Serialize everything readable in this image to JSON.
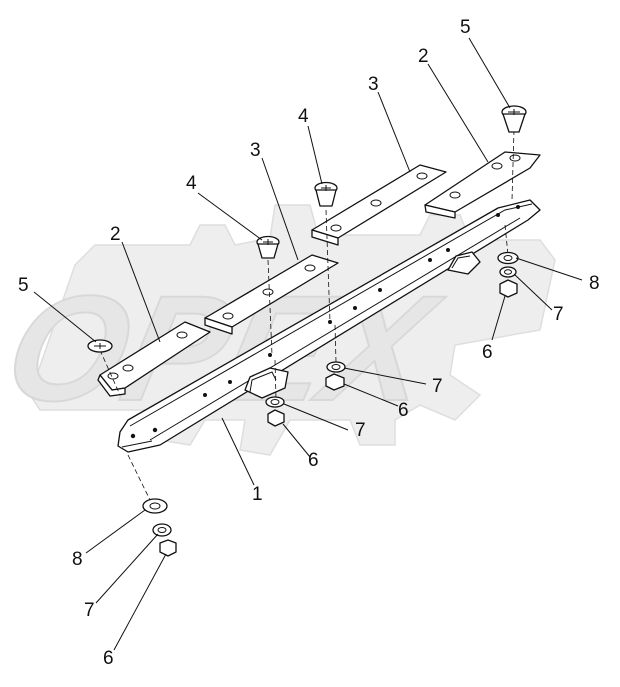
{
  "diagram": {
    "callouts": {
      "c1": "1",
      "c2_left": "2",
      "c2_right": "2",
      "c3_left": "3",
      "c3_right": "3",
      "c4_left": "4",
      "c4_right": "4",
      "c5_left": "5",
      "c5_right": "5",
      "c6_bottom": "6",
      "c6_center": "6",
      "c6_middle": "6",
      "c6_right": "6",
      "c7_bottom": "7",
      "c7_center": "7",
      "c7_middle": "7",
      "c7_right": "7",
      "c8_bottom": "8",
      "c8_right": "8"
    },
    "watermark": {
      "text": "OPEX",
      "color": "#e6e6e6"
    },
    "colors": {
      "line": "#111111",
      "background": "#ffffff"
    }
  }
}
